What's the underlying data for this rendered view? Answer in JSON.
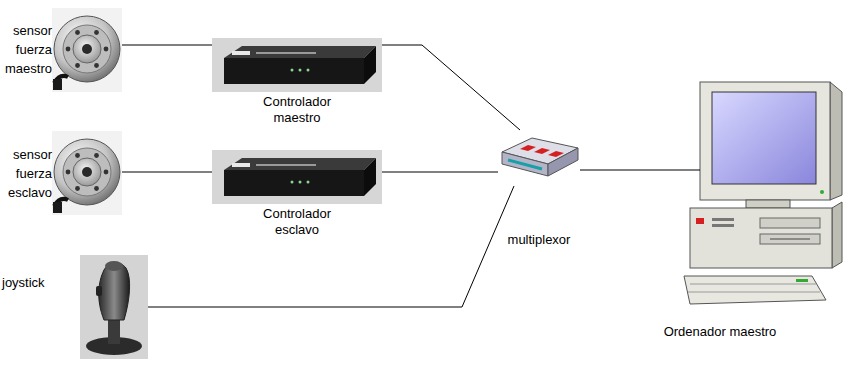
{
  "diagram": {
    "nodes": [
      {
        "text": [
          "sensor fuerza maestro"
        ]
      },
      {
        "text": [
          "Controlador maestro"
        ]
      },
      {
        "text": [
          "sensor fuerza esclavo"
        ]
      },
      {
        "text": [
          "Controlador esclavo"
        ]
      },
      {
        "text": [
          "joystick"
        ]
      },
      {
        "text": [
          "multiplexor"
        ]
      },
      {
        "text": [
          "Ordenador maestro"
        ]
      }
    ],
    "edges": [
      {
        "from": 0,
        "to": 1,
        "arrow": "none"
      },
      {
        "from": 1,
        "to": 5,
        "arrow": "none"
      },
      {
        "from": 2,
        "to": 3,
        "arrow": "none"
      },
      {
        "from": 3,
        "to": 5,
        "arrow": "none"
      },
      {
        "from": 4,
        "to": 5,
        "arrow": "none"
      },
      {
        "from": 5,
        "to": 6,
        "arrow": "none"
      }
    ]
  }
}
